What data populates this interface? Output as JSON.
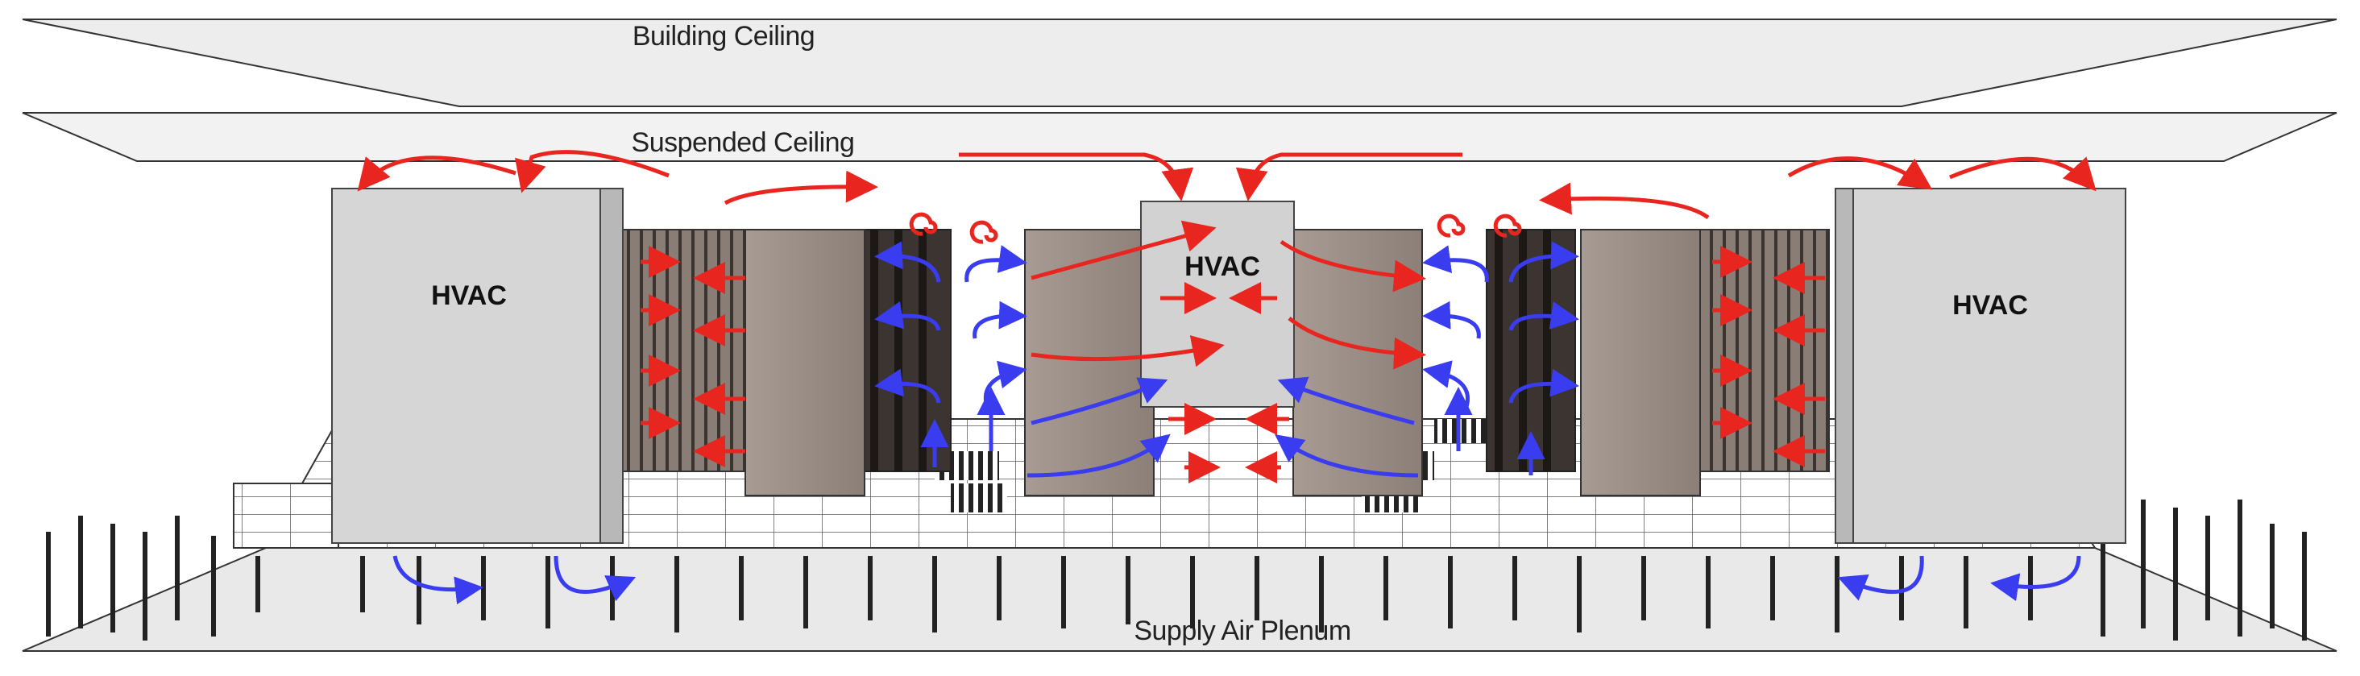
{
  "labels": {
    "building_ceiling": "Building Ceiling",
    "suspended_ceiling": "Suspended Ceiling",
    "supply_plenum": "Supply Air Plenum",
    "hvac_left": "HVAC",
    "hvac_center": "HVAC",
    "hvac_right": "HVAC"
  },
  "colors": {
    "hot_air": "#e8261f",
    "cold_air": "#3a3cf0",
    "hvac_body": "#d4d4d4",
    "rack_body": "#9c8f87",
    "ceiling": "#ececec"
  },
  "legend": []
}
